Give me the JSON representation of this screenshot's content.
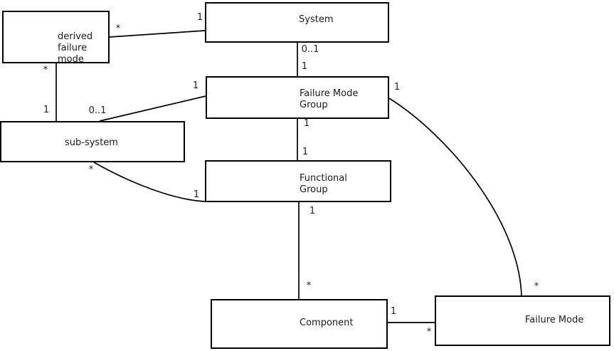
{
  "diagram": {
    "type": "uml-association-diagram",
    "colors": {
      "background": "#ffffff",
      "line": "#000000",
      "text": "#1a1a1a"
    },
    "nodes": {
      "derived_failure_mode": {
        "label": "derived\nfailure\nmode"
      },
      "system": {
        "label": "System"
      },
      "failure_mode_group": {
        "label": "Failure Mode\nGroup"
      },
      "sub_system": {
        "label": "sub-system"
      },
      "functional_group": {
        "label": "Functional\nGroup"
      },
      "component": {
        "label": "Component"
      },
      "failure_mode": {
        "label": "Failure Mode"
      }
    },
    "edges": [
      {
        "from": "derived failure mode",
        "to": "System",
        "from_label": "*",
        "to_label": "1"
      },
      {
        "from": "derived failure mode",
        "to": "sub-system",
        "from_label": "*",
        "to_label": "1"
      },
      {
        "from": "sub-system",
        "to": "Failure Mode Group",
        "from_label": "0..1",
        "to_label": "1"
      },
      {
        "from": "System",
        "to": "Failure Mode Group",
        "from_label": "0..1",
        "to_label": "1"
      },
      {
        "from": "Failure Mode Group",
        "to": "Functional Group",
        "from_label": "1",
        "to_label": "1"
      },
      {
        "from": "Functional Group",
        "to": "Component",
        "from_label": "1",
        "to_label": "*"
      },
      {
        "from": "sub-system",
        "to": "Functional Group",
        "from_label": "*",
        "to_label": "1"
      },
      {
        "from": "Failure Mode Group",
        "to": "Failure Mode",
        "from_label": "1",
        "to_label": "*"
      },
      {
        "from": "Component",
        "to": "Failure Mode",
        "from_label": "1",
        "to_label": "*"
      }
    ]
  }
}
